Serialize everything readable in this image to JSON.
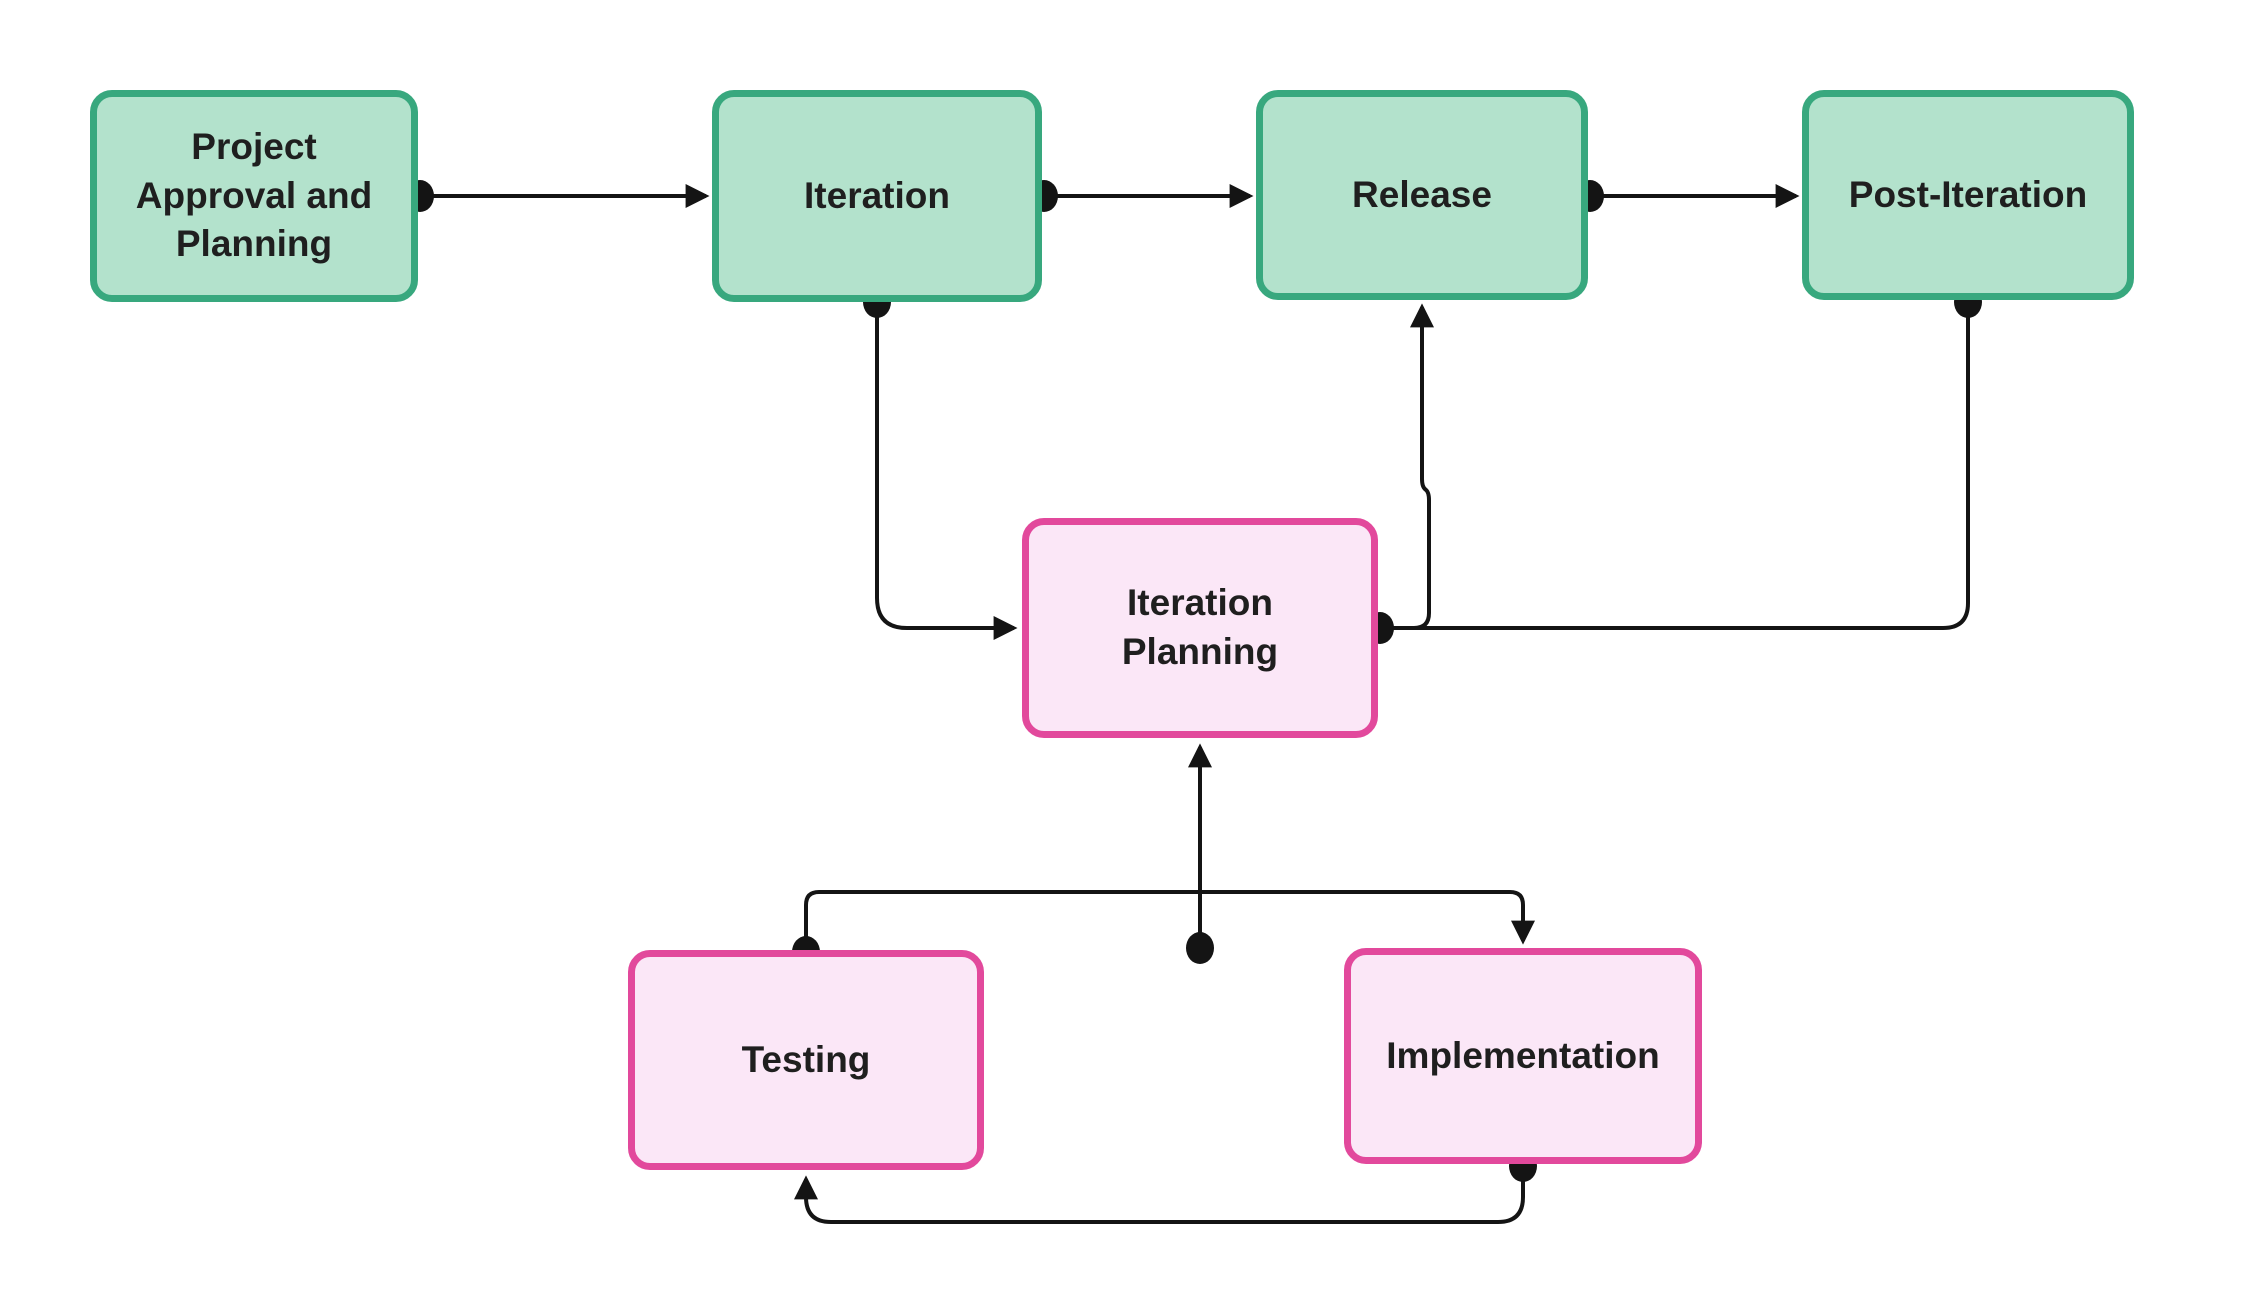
{
  "diagram": {
    "type": "flowchart",
    "background": "#ffffff",
    "nodes": [
      {
        "id": "project-approval",
        "label": "Project Approval and Planning",
        "style": "green"
      },
      {
        "id": "iteration",
        "label": "Iteration",
        "style": "green"
      },
      {
        "id": "release",
        "label": "Release",
        "style": "green"
      },
      {
        "id": "post-iteration",
        "label": "Post-Iteration",
        "style": "green"
      },
      {
        "id": "iteration-planning",
        "label": "Iteration Planning",
        "style": "pink"
      },
      {
        "id": "testing",
        "label": "Testing",
        "style": "pink"
      },
      {
        "id": "implementation",
        "label": "Implementation",
        "style": "pink"
      }
    ],
    "edges": [
      {
        "from": "project-approval",
        "to": "iteration",
        "marker": "arrow",
        "source_marker": "dot"
      },
      {
        "from": "iteration",
        "to": "release",
        "marker": "arrow",
        "source_marker": "dot"
      },
      {
        "from": "release",
        "to": "post-iteration",
        "marker": "arrow",
        "source_marker": "dot"
      },
      {
        "from": "iteration",
        "to": "iteration-planning",
        "marker": "arrow",
        "source_marker": "dot"
      },
      {
        "from": "iteration-planning",
        "to": "release",
        "marker": "arrow",
        "source_marker": "dot"
      },
      {
        "from": "post-iteration",
        "to": "iteration-planning",
        "marker": "none",
        "source_marker": "dot"
      },
      {
        "from": "testing",
        "to": "implementation",
        "marker": "arrow",
        "source_marker": "dot"
      },
      {
        "from": "connector-junction",
        "to": "iteration-planning",
        "marker": "arrow",
        "source_marker": "dot"
      },
      {
        "from": "implementation",
        "to": "testing",
        "marker": "arrow",
        "source_marker": "dot"
      }
    ],
    "colors": {
      "green_fill": "#b3e2cc",
      "green_border": "#38a87e",
      "pink_fill": "#fbe7f7",
      "pink_border": "#e2499c",
      "line": "#141414",
      "text": "#1f1f1f",
      "background": "#ffffff"
    }
  }
}
